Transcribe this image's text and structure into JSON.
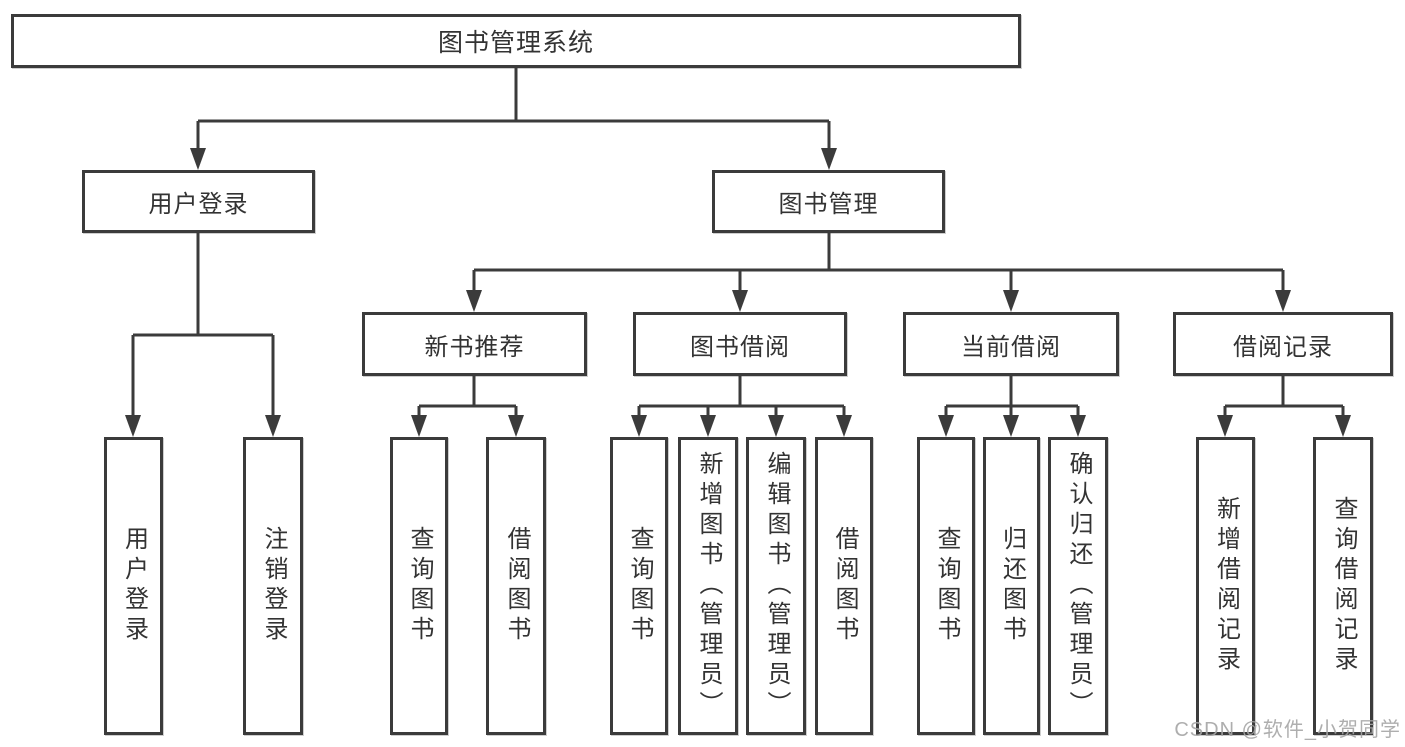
{
  "tree": {
    "label": "图书管理系统",
    "children": [
      {
        "label": "用户登录",
        "children": [
          {
            "label": "用户登录"
          },
          {
            "label": "注销登录"
          }
        ]
      },
      {
        "label": "图书管理",
        "children": [
          {
            "label": "新书推荐",
            "children": [
              {
                "label": "查询图书"
              },
              {
                "label": "借阅图书"
              }
            ]
          },
          {
            "label": "图书借阅",
            "children": [
              {
                "label": "查询图书"
              },
              {
                "label": "新增图书（管理员）"
              },
              {
                "label": "编辑图书（管理员）"
              },
              {
                "label": "借阅图书"
              }
            ]
          },
          {
            "label": "当前借阅",
            "children": [
              {
                "label": "查询图书"
              },
              {
                "label": "归还图书"
              },
              {
                "label": "确认归还（管理员）"
              }
            ]
          },
          {
            "label": "借阅记录",
            "children": [
              {
                "label": "新增借阅记录"
              },
              {
                "label": "查询借阅记录"
              }
            ]
          }
        ]
      }
    ]
  },
  "watermark": {
    "text": "CSDN @软件_小贺同学"
  },
  "colors": {
    "line": "#3b3b3b",
    "box_border": "#3b3b3b",
    "text": "#333333",
    "background": "#ffffff",
    "watermark": "#a5a5a5"
  }
}
